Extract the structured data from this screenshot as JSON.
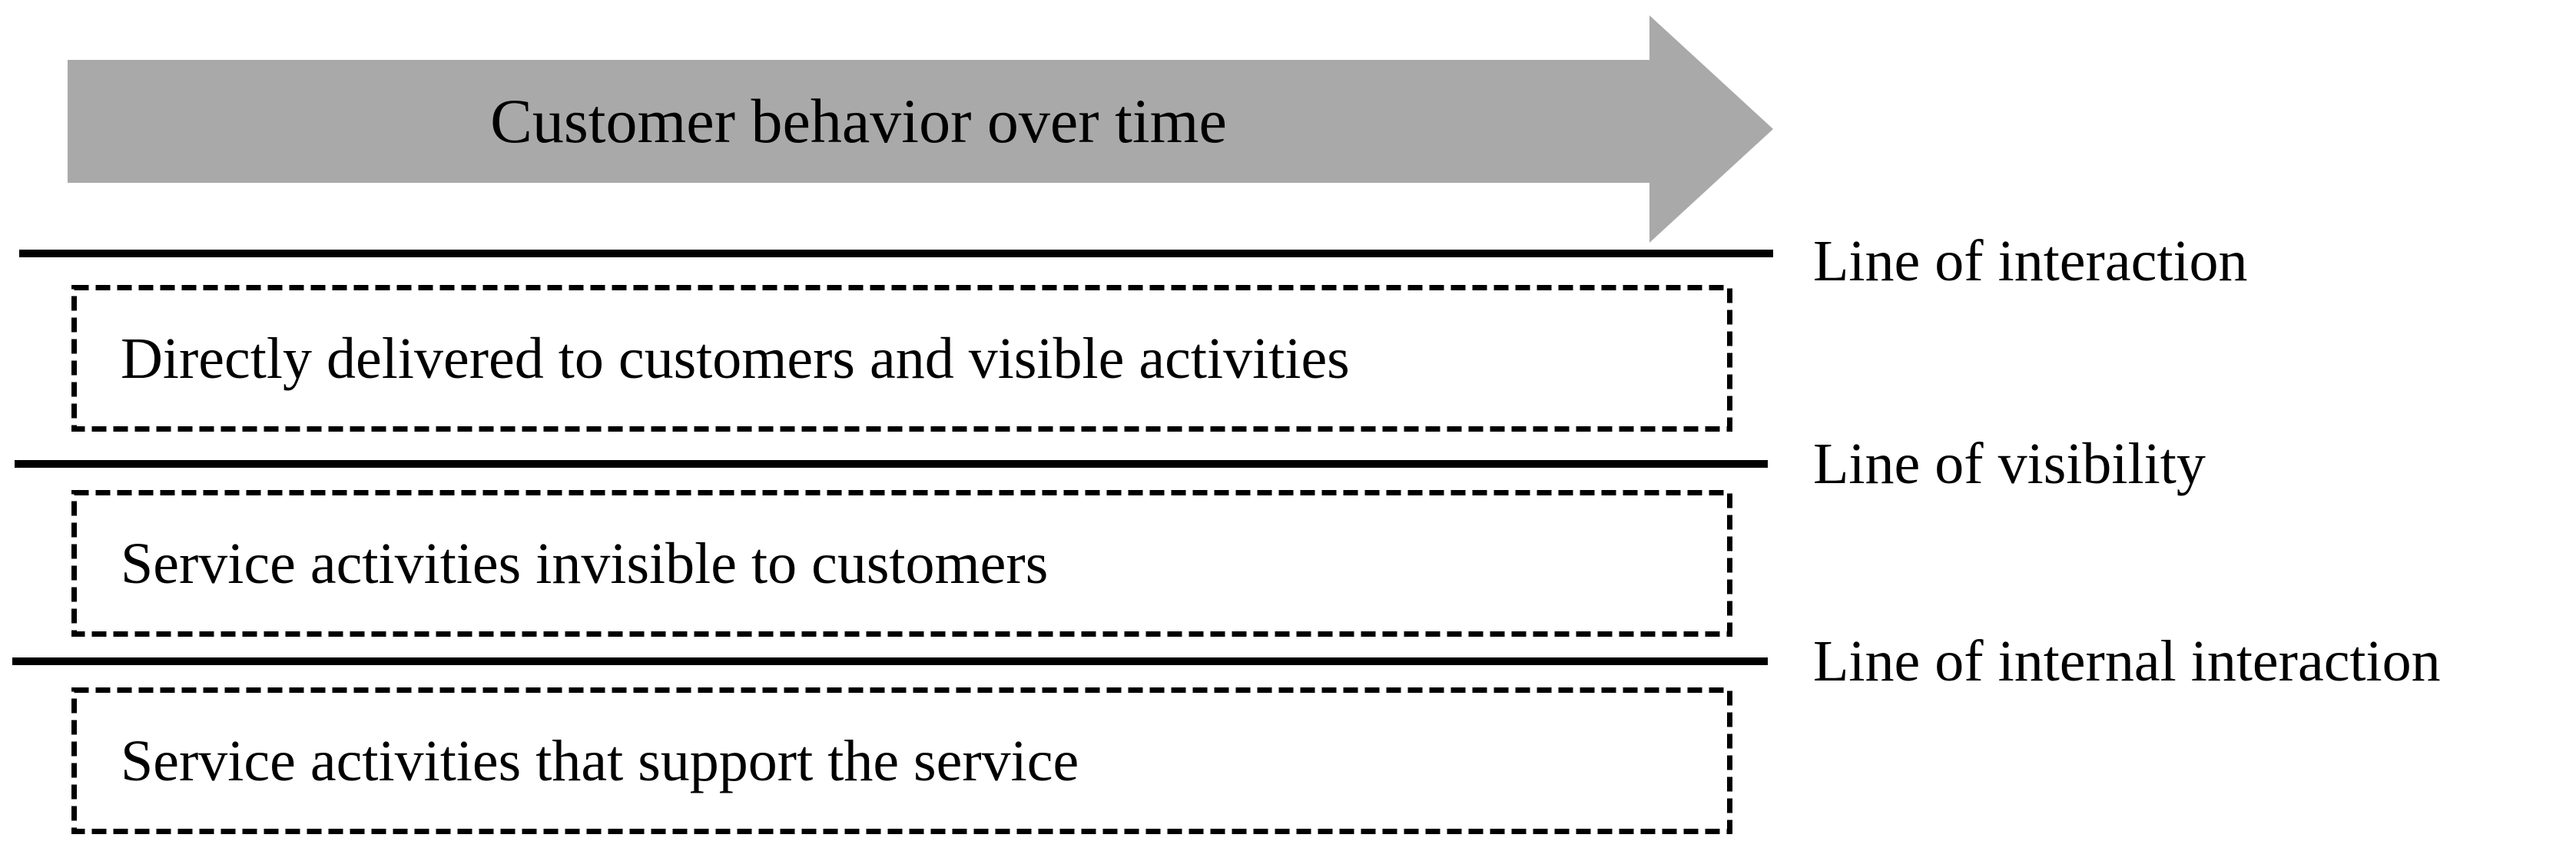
{
  "arrow": {
    "label": "Customer behavior over time"
  },
  "lines": [
    {
      "label": "Line of interaction"
    },
    {
      "label": "Line of visibility"
    },
    {
      "label": "Line of internal interaction"
    }
  ],
  "bands": [
    {
      "label": "Directly delivered to customers and visible activities"
    },
    {
      "label": "Service activities invisible to customers"
    },
    {
      "label": "Service activities that support the service"
    }
  ],
  "colors": {
    "arrow_fill": "#A9A9A9",
    "line": "#000000",
    "text": "#000000",
    "background": "#FFFFFF"
  }
}
